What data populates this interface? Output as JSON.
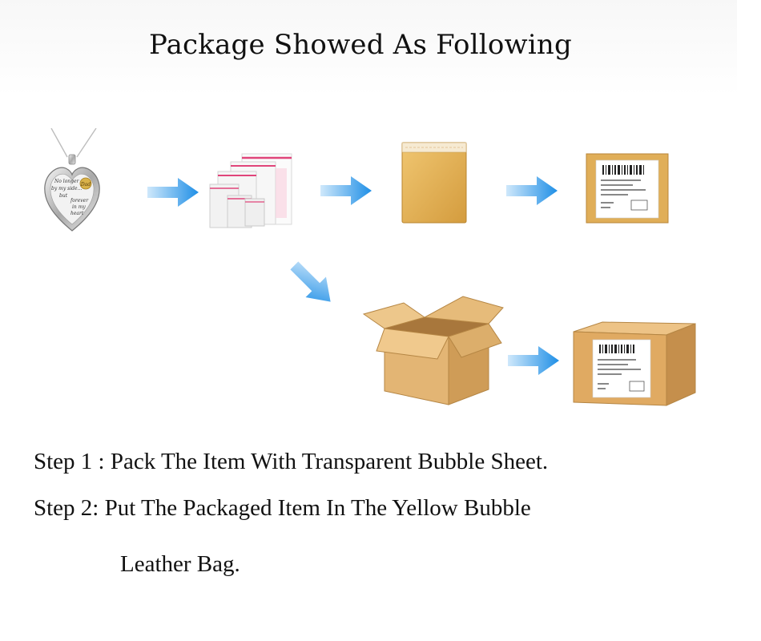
{
  "title": "Package Showed As Following",
  "pendant": {
    "text_lines": [
      "No longer",
      "by my side...",
      "but",
      "forever",
      "in my",
      "heart"
    ],
    "badge": "Dad"
  },
  "steps": {
    "step1": "Step 1 : Pack The Item With Transparent Bubble Sheet.",
    "step2_line1": "Step 2: Put The Packaged Item In The Yellow Bubble",
    "step2_line2": "Leather Bag."
  },
  "colors": {
    "arrow_blue": "#1f8fe6",
    "kraft": "#d9a85e",
    "mailer_yellow": "#e3b556",
    "bag_pink": "#e0457a"
  }
}
